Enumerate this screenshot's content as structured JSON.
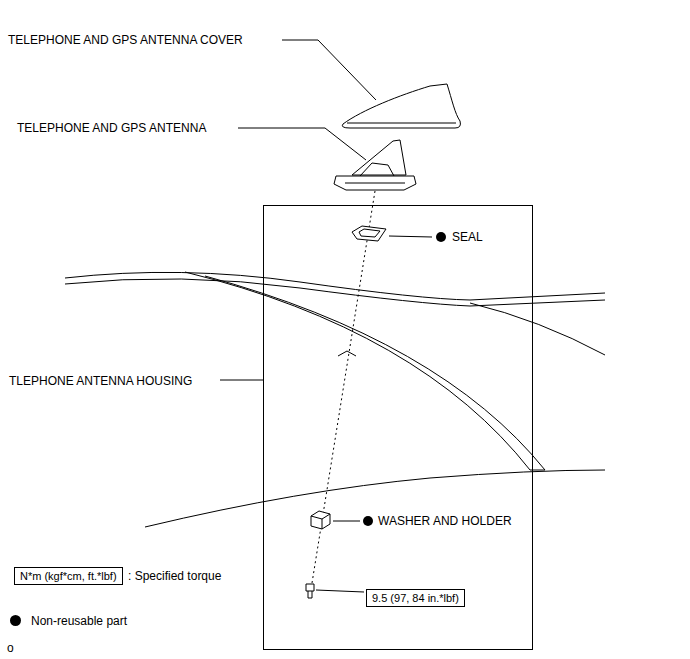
{
  "diagram": {
    "nodes": [
      {
        "text": [
          "TLEPHONE ANTENNA HOUSING"
        ]
      },
      {
        "text": [
          "9.5 (97, 84 in.*lbf)"
        ],
        "in": 0
      },
      {
        "text": [
          "N*m (kgf*cm, ft.*lbf)"
        ]
      }
    ],
    "labels": [
      "TELEPHONE AND GPS ANTENNA COVER",
      "TELEPHONE AND GPS ANTENNA",
      "SEAL",
      "WASHER AND HOLDER",
      ": Specified torque",
      "o"
    ],
    "legend": [
      {
        "text": "Non-reusable part",
        "color": "#000000"
      }
    ]
  }
}
